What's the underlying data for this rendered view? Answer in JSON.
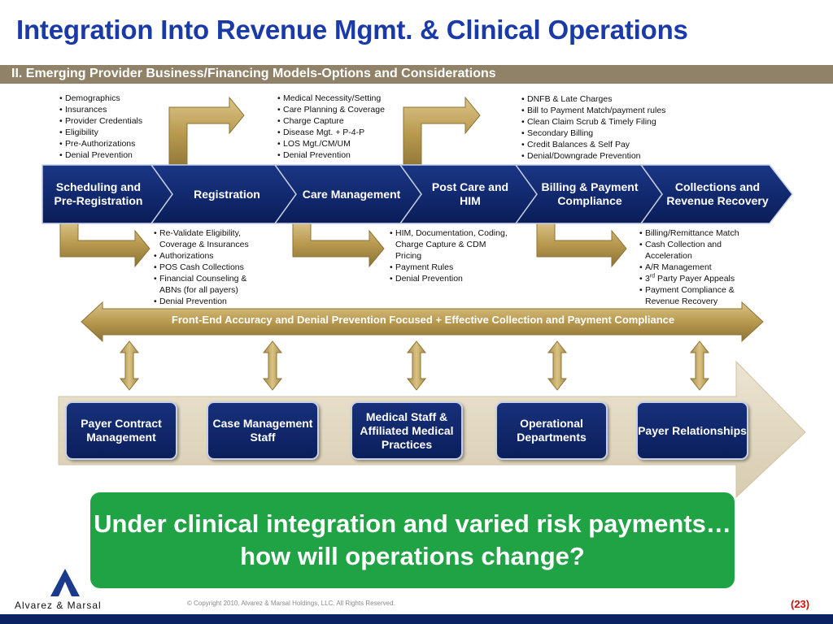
{
  "title": "Integration Into Revenue Mgmt. & Clinical Operations",
  "subtitle": "II. Emerging Provider Business/Financing Models-Options and Considerations",
  "top_lists": [
    {
      "items": [
        "Demographics",
        "Insurances",
        "Provider Credentials",
        "Eligibility",
        "Pre-Authorizations",
        "Denial Prevention"
      ]
    },
    {
      "items": [
        "Medical Necessity/Setting",
        "Care Planning & Coverage",
        "Charge Capture",
        "Disease Mgt. + P-4-P",
        "LOS Mgt./CM/UM",
        "Denial Prevention"
      ]
    },
    {
      "items": [
        "DNFB & Late Charges",
        "Bill to Payment Match/payment rules",
        "Clean Claim Scrub & Timely Filing",
        "Secondary Billing",
        "Credit Balances & Self Pay",
        "Denial/Downgrade Prevention"
      ]
    }
  ],
  "bottom_lists": [
    {
      "items": [
        "Re-Validate Eligibility, Coverage & Insurances",
        "Authorizations",
        "POS Cash Collections",
        "Financial Counseling & ABNs (for all payers)",
        "Denial Prevention"
      ]
    },
    {
      "items": [
        "HIM, Documentation, Coding, Charge Capture & CDM Pricing",
        "Payment Rules",
        "Denial Prevention"
      ]
    },
    {
      "items": [
        "Billing/Remittance Match",
        "Cash Collection and Acceleration",
        "A/R Management",
        "Party Payer Appeals",
        "Payment Compliance & Revenue Recovery"
      ],
      "ordinal_number": "3",
      "ordinal_suffix": "rd"
    }
  ],
  "stages": [
    {
      "label": "Scheduling and Pre-Registration"
    },
    {
      "label": "Registration"
    },
    {
      "label": "Care Management"
    },
    {
      "label": "Post Care and HIM"
    },
    {
      "label": "Billing & Payment Compliance"
    },
    {
      "label": "Collections and Revenue Recovery"
    }
  ],
  "banner": "Front-End Accuracy and Denial Prevention Focused + Effective Collection and Payment Compliance",
  "departments": [
    {
      "label": "Payer Contract Management"
    },
    {
      "label": "Case Management Staff"
    },
    {
      "label": "Medical Staff & Affiliated Medical Practices"
    },
    {
      "label": "Operational Departments"
    },
    {
      "label": "Payer Relationships"
    }
  ],
  "callout": "Under clinical integration and varied risk payments… how will operations change?",
  "footer": {
    "logo_text": "Alvarez & Marsal",
    "copyright": "© Copyright 2010. Alvarez & Marsal Holdings, LLC. All Rights Reserved.",
    "page": "(23)"
  },
  "colors": {
    "title_blue": "#1a3aa8",
    "subbar": "#8f8268",
    "stage_navy": "#0c2264",
    "gold": "#c2a55c",
    "callout_green": "#1fa344",
    "page_red": "#cc1111"
  }
}
